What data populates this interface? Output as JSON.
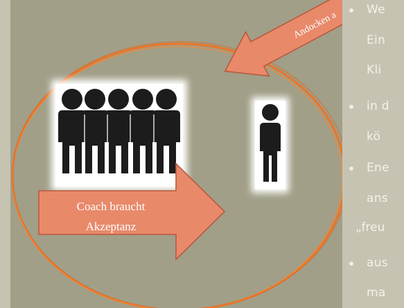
{
  "diagram": {
    "arrow_label_top": "Andocken a",
    "arrow_label_main_line1": "Coach braucht",
    "arrow_label_main_line2": "Akzeptanz",
    "group_icon": "group-of-people-icon",
    "single_icon": "single-person-icon",
    "circle_color": "#e8762a",
    "arrow_fill": "#e8896a",
    "arrow_stroke": "#b85a3c"
  },
  "bullets": {
    "lines": [
      "We",
      "Ein",
      "Kli",
      "in d",
      "kö",
      "Ene",
      "ans",
      "„freu",
      "aus",
      "ma"
    ]
  }
}
